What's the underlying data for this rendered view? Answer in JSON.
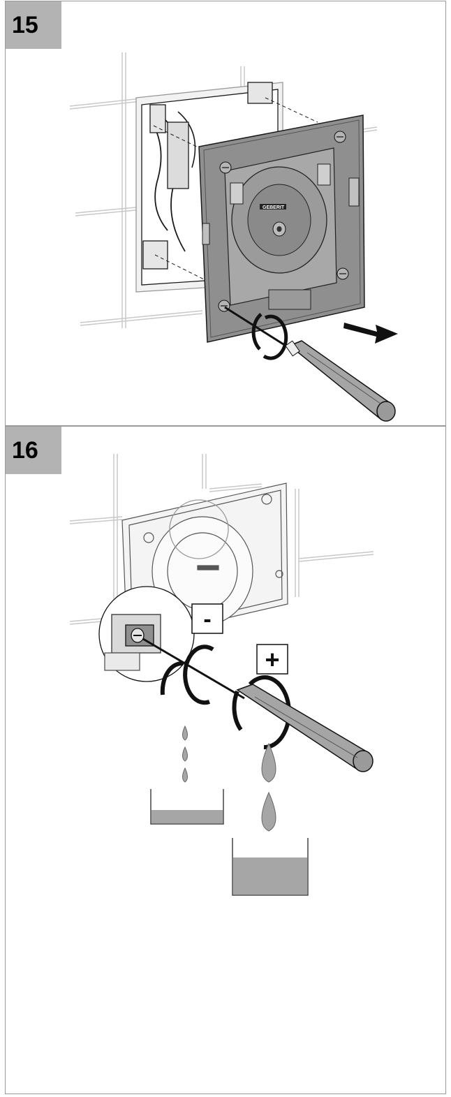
{
  "steps": [
    {
      "number": "15"
    },
    {
      "number": "16"
    }
  ],
  "brand_mark": "GEBERIT",
  "adjust_labels": {
    "minus": "-",
    "plus": "+"
  },
  "colors": {
    "badge_bg": "#b3b3b3",
    "frame": "#9a9a9a",
    "line": "#1a1a1a",
    "plate": "#8f8f8f",
    "tile_line": "#c8c8c8",
    "drop": "#a6a6a6",
    "arrow": "#111111"
  },
  "icons": [
    "screwdriver-icon",
    "rotate-clockwise-icon",
    "push-arrow-icon",
    "water-drop-icon",
    "container-icon"
  ]
}
